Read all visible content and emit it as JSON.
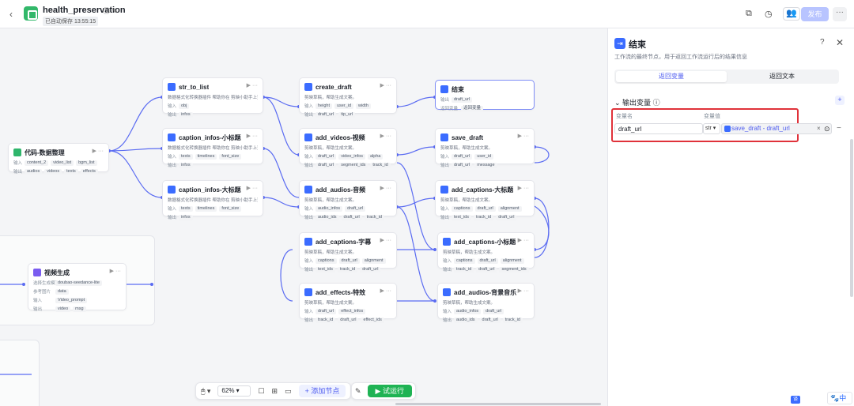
{
  "header": {
    "title": "health_preservation",
    "saved": "已自动保存 13:55:15",
    "publish": "发布",
    "more": "···"
  },
  "toolbar": {
    "zoom": "62%",
    "add_node": "+ 添加节点",
    "run": "▶ 试运行"
  },
  "nodes": {
    "code": {
      "title": "代码-数据整理",
      "in_label": "输入",
      "in_tags": [
        "content_2",
        "video_list",
        "bgm_list"
      ],
      "out_label": "输出",
      "out_tags": [
        "audios",
        "videos",
        "texts",
        "effects"
      ]
    },
    "str_to_list": {
      "title": "str_to_list",
      "desc": "数据格式化转换器插件 帮助你在 剪映小助手上更高效生成数",
      "in_label": "输入",
      "in_tags": [
        "obj"
      ],
      "out_label": "输出",
      "out_tags": [
        "infos"
      ]
    },
    "caption_small": {
      "title": "caption_infos-小标题",
      "desc": "数据格式化转换器插件 帮助你在 剪映小助手上更高效生成数",
      "in_label": "输入",
      "in_tags": [
        "texts",
        "timelines",
        "font_size"
      ],
      "out_label": "输出",
      "out_tags": [
        "infos"
      ]
    },
    "caption_big": {
      "title": "caption_infos-大标题",
      "desc": "数据格式化转换器插件 帮助你在 剪映小助手上更高效生成数",
      "in_label": "输入",
      "in_tags": [
        "texts",
        "timelines",
        "font_size"
      ],
      "out_label": "输出",
      "out_tags": [
        "infos"
      ]
    },
    "create_draft": {
      "title": "create_draft",
      "desc": "剪映草稿，帮助生成文案。",
      "in_label": "输入",
      "in_tags": [
        "height",
        "user_id",
        "width"
      ],
      "out_label": "输出",
      "out_tags": [
        "draft_url",
        "tip_url"
      ]
    },
    "add_videos": {
      "title": "add_videos-视频",
      "desc": "剪映草稿，帮助生成文案。",
      "in_label": "输入",
      "in_tags": [
        "draft_url",
        "video_infos",
        "alpha"
      ],
      "out_label": "输出",
      "out_tags": [
        "draft_url",
        "segment_ids",
        "track_id"
      ]
    },
    "add_audios": {
      "title": "add_audios-音频",
      "desc": "剪映草稿，帮助生成文案。",
      "in_label": "输入",
      "in_tags": [
        "audio_infos",
        "draft_url"
      ],
      "out_label": "输出",
      "out_tags": [
        "audio_ids",
        "draft_url",
        "track_id"
      ]
    },
    "add_captions_sub": {
      "title": "add_captions-字幕",
      "desc": "剪映草稿，帮助生成文案。",
      "in_label": "输入",
      "in_tags": [
        "captions",
        "draft_url",
        "alignment"
      ],
      "out_label": "输出",
      "out_tags": [
        "text_ids",
        "track_id",
        "draft_url"
      ]
    },
    "add_effects": {
      "title": "add_effects-特效",
      "desc": "剪映草稿，帮助生成文案。",
      "in_label": "输入",
      "in_tags": [
        "draft_url",
        "effect_infos"
      ],
      "out_label": "输出",
      "out_tags": [
        "track_id",
        "draft_url",
        "effect_ids"
      ]
    },
    "end": {
      "title": "结束",
      "in_label": "输出",
      "in_tags": [
        "draft_url"
      ],
      "out_label": "返回变量",
      "out_tags": [
        "返回变量"
      ]
    },
    "save_draft": {
      "title": "save_draft",
      "desc": "剪映草稿，帮助生成文案。",
      "in_label": "输入",
      "in_tags": [
        "draft_url",
        "user_id"
      ],
      "out_label": "输出",
      "out_tags": [
        "draft_url",
        "message"
      ]
    },
    "add_captions_big": {
      "title": "add_captions-大标题",
      "desc": "剪映草稿，帮助生成文案。",
      "in_label": "输入",
      "in_tags": [
        "captions",
        "draft_url",
        "alignment"
      ],
      "out_label": "输出",
      "out_tags": [
        "text_ids",
        "track_id",
        "draft_url"
      ]
    },
    "add_captions_small": {
      "title": "add_captions-小标题",
      "desc": "剪映草稿，帮助生成文案。",
      "in_label": "输入",
      "in_tags": [
        "captions",
        "draft_url",
        "alignment"
      ],
      "out_label": "输出",
      "out_tags": [
        "track_id",
        "draft_url",
        "segment_ids"
      ]
    },
    "add_audios_bgm": {
      "title": "add_audios-背景音乐",
      "desc": "剪映草稿，帮助生成文案。",
      "in_label": "输入",
      "in_tags": [
        "audio_infos",
        "draft_url"
      ],
      "out_label": "输出",
      "out_tags": [
        "audio_ids",
        "draft_url",
        "track_id"
      ]
    },
    "video_gen": {
      "title": "视频生成",
      "r1_label": "选择生成模型",
      "r1_tag": "doubao-seedance-lite",
      "r2_label": "参考图片",
      "r2_tag": "data",
      "in_label": "输入",
      "in_tags": [
        "Video_prompt"
      ],
      "out_label": "输出",
      "out_tags": [
        "video",
        "msg"
      ]
    }
  },
  "panel": {
    "title": "结束",
    "desc": "工作流的最终节点，用于返回工作流运行后的结果信息",
    "tab_var": "返回变量",
    "tab_text": "返回文本",
    "section": "输出变量",
    "col_name": "变量名",
    "col_value": "变量值",
    "var_name": "draft_url",
    "var_type": "str",
    "ref_value": "save_draft - draft_url"
  },
  "ime": "中"
}
